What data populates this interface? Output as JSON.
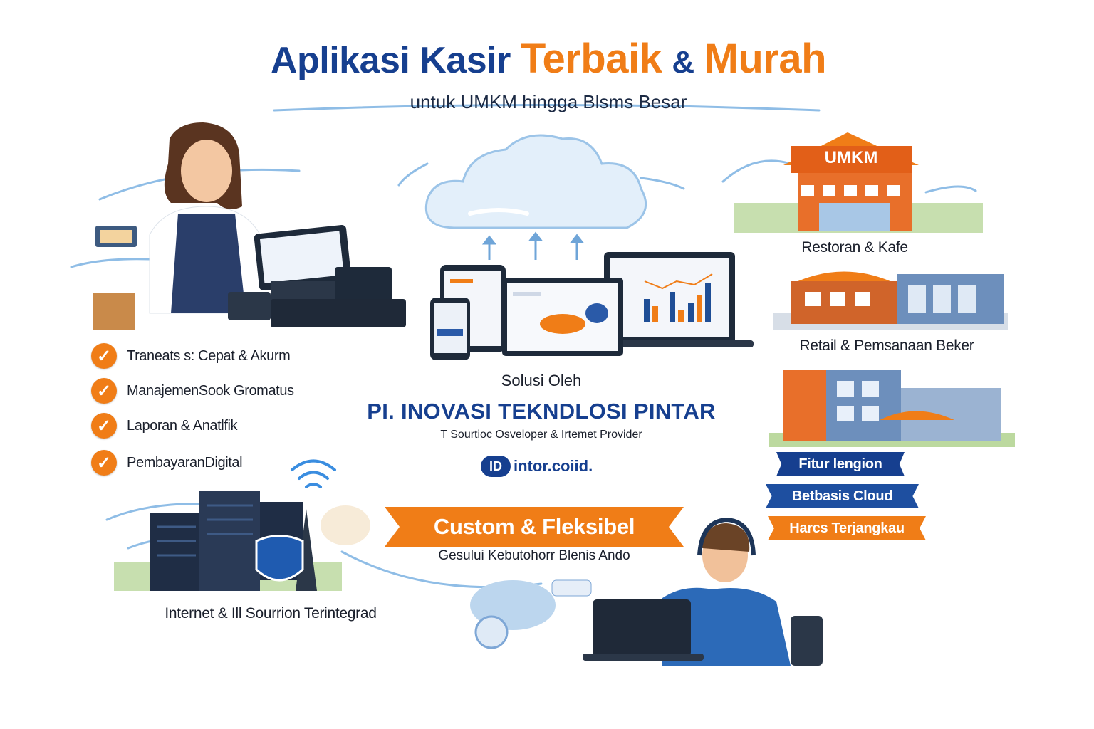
{
  "title": {
    "part1": "Aplikasi Kasir",
    "part2": "Terbaik",
    "amp": "&",
    "part3": "Murah"
  },
  "subtitle": "untuk UMKM hingga Blsms Besar",
  "features": [
    "Traneats s: Cepat & Akurm",
    "ManajemenSook Gromatus",
    "Laporan & Anatlfik",
    "PembayaranDigital"
  ],
  "store_sign": "UMKM",
  "segments": [
    "Restoran & Kafe",
    "Retail & Pemsanaan Beker"
  ],
  "center": {
    "solusi": "Solusi Oleh",
    "company": "PI. INOVASI TEKNDLOSI PINTAR",
    "tagline": "T Sourtioc Osveloper & Irtemet Provider",
    "logo_mark": "ID",
    "logo_text": "intor.coiid."
  },
  "badges": [
    "Fitur lengion",
    "Betbasis Cloud",
    "Harcs Terjangkau"
  ],
  "custom": {
    "title": "Custom & Fleksibel",
    "subtitle": "Gesului Kebutohorr Blenis Ando"
  },
  "internet_label": "Internet & Ill Sourrion Terintegrad",
  "colors": {
    "brand_blue": "#163f8f",
    "accent_orange": "#f07d17",
    "light_blue": "#5a9bd8"
  }
}
